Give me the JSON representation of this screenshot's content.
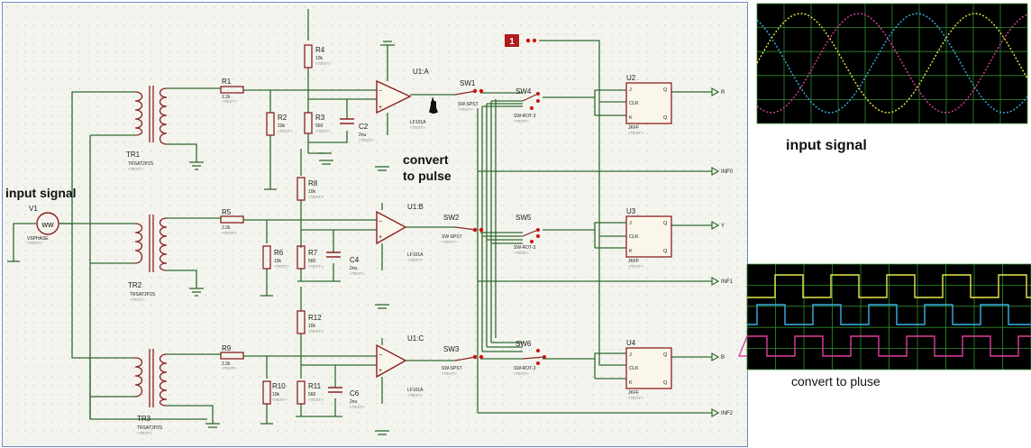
{
  "annotations": {
    "input_signal_left": "input signal",
    "convert_to_pulse_line1": "convert",
    "convert_to_pulse_line2": "to pulse",
    "input_signal_caption": "input signal",
    "convert_caption": "convert to pluse"
  },
  "transformers": [
    {
      "ref": "TR1",
      "part": "TRSAT2P2S"
    },
    {
      "ref": "TR2",
      "part": "TRSAT2P2S"
    },
    {
      "ref": "TR3",
      "part": "TRSAT2P2S"
    }
  ],
  "source": {
    "ref": "V1",
    "part": "VSPHASE",
    "symbol": "ww"
  },
  "resistors": [
    {
      "ref": "R1",
      "value": "2.2k"
    },
    {
      "ref": "R2",
      "value": "10k"
    },
    {
      "ref": "R3",
      "value": "560"
    },
    {
      "ref": "R4",
      "value": "10k"
    },
    {
      "ref": "R5",
      "value": "2.2k"
    },
    {
      "ref": "R6",
      "value": "10k"
    },
    {
      "ref": "R7",
      "value": "560"
    },
    {
      "ref": "R8",
      "value": "10k"
    },
    {
      "ref": "R9",
      "value": "2.2k"
    },
    {
      "ref": "R10",
      "value": "10k"
    },
    {
      "ref": "R11",
      "value": "560"
    },
    {
      "ref": "R12",
      "value": "10k"
    }
  ],
  "capacitors": [
    {
      "ref": "C2",
      "value": "2nu"
    },
    {
      "ref": "C4",
      "value": "2nu"
    },
    {
      "ref": "C6",
      "value": "2nu"
    }
  ],
  "opamps": [
    {
      "ref": "U1:A",
      "part": "LF101A"
    },
    {
      "ref": "U1:B",
      "part": "LF101A"
    },
    {
      "ref": "U1:C",
      "part": "LF101A"
    }
  ],
  "switches": [
    {
      "ref": "SW1",
      "part": "SW-SPST"
    },
    {
      "ref": "SW2",
      "part": "SW-SPST"
    },
    {
      "ref": "SW3",
      "part": "SW-SPST"
    },
    {
      "ref": "SW4",
      "part": "SW-ROT-3"
    },
    {
      "ref": "SW5",
      "part": "SW-ROT-3"
    },
    {
      "ref": "SW6",
      "part": "SW-ROT-3"
    }
  ],
  "flipflops": [
    {
      "ref": "U2",
      "part": "JKFF"
    },
    {
      "ref": "U3",
      "part": "JKFF"
    },
    {
      "ref": "U4",
      "part": "JKFF"
    }
  ],
  "pins": {
    "j": "J",
    "clk": "CLK",
    "k": "K",
    "q": "Q",
    "qbar": "Q"
  },
  "outputs": [
    "R",
    "INF0",
    "Y",
    "INF1",
    "B",
    "INF2"
  ],
  "logic_state": "1",
  "placeholder_text": "<TEXT>",
  "colors": {
    "wire": "#2e6b2e",
    "component": "#8b2020",
    "label_text": "#1a1a1a",
    "scope_bg": "#000000",
    "scope_grid": "#2f8f2f",
    "wave_yellow": "#e8e84a",
    "wave_cyan": "#3ab0e8",
    "wave_magenta": "#e03ea0"
  }
}
